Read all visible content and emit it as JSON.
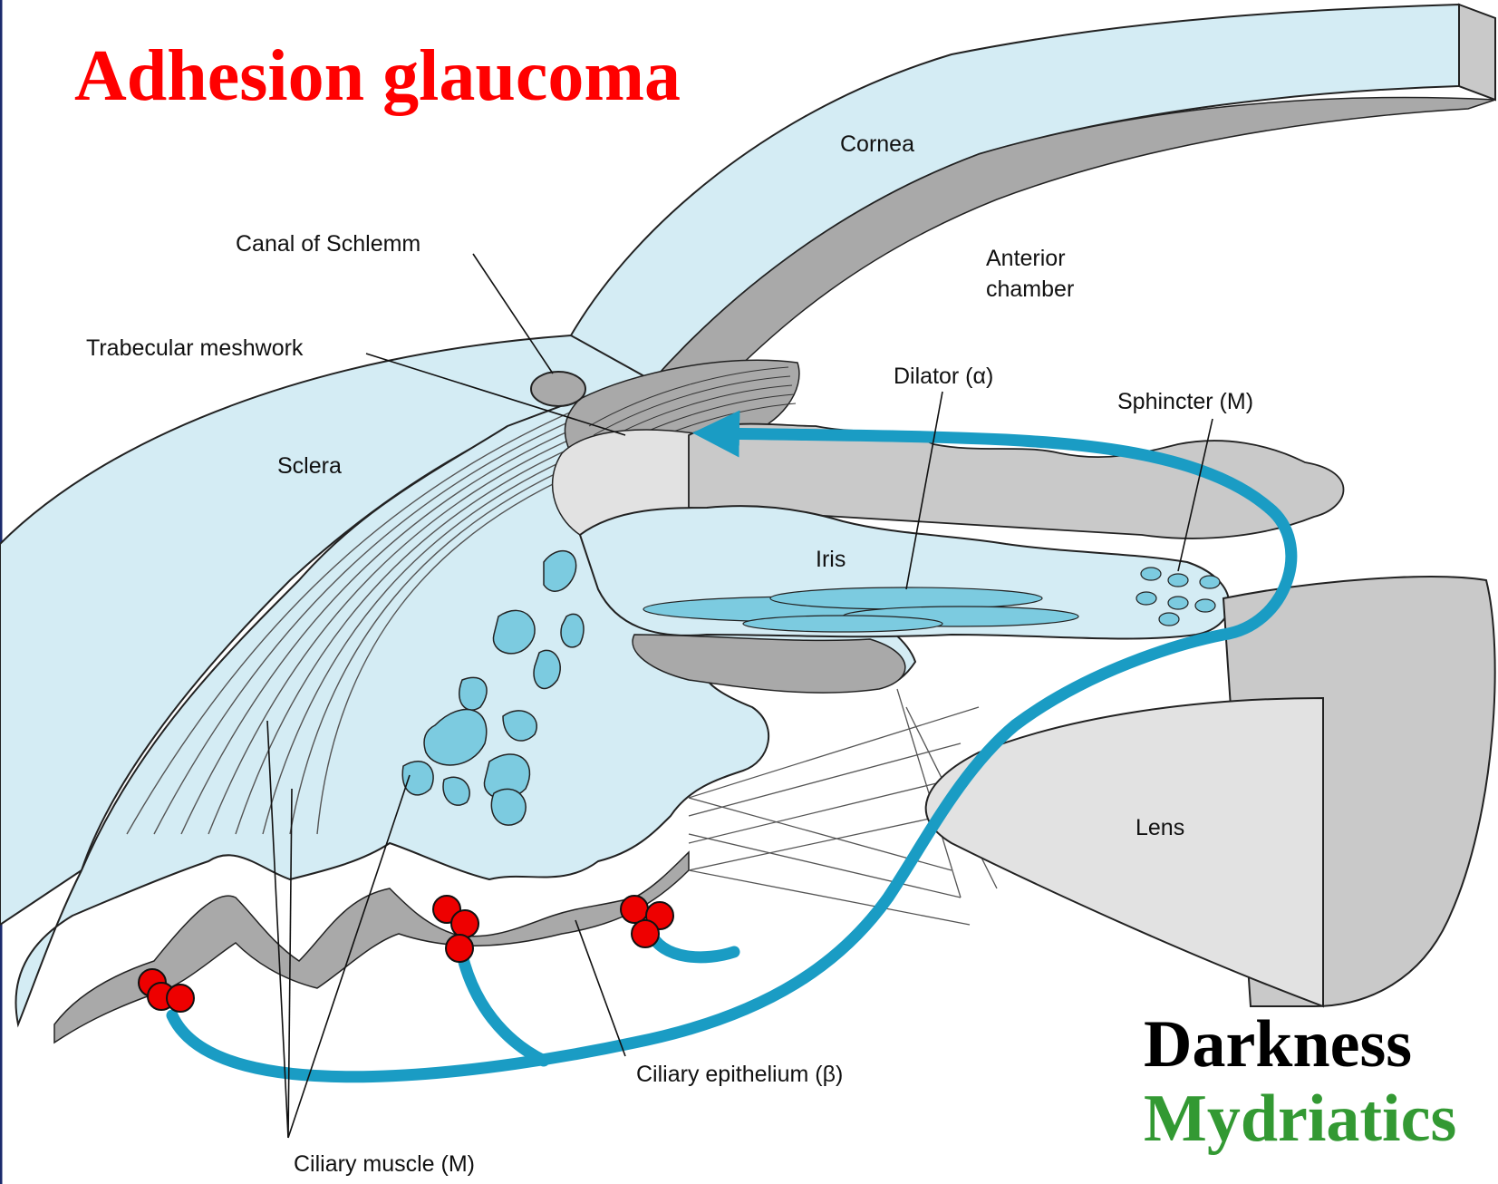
{
  "title": "Adhesion glaucoma",
  "corner_text": {
    "line1": "Darkness",
    "line2": "Mydriatics"
  },
  "labels": {
    "cornea": "Cornea",
    "canal_of_schlemm": "Canal of Schlemm",
    "anterior_chamber_line1": "Anterior",
    "anterior_chamber_line2": "chamber",
    "trabecular_meshwork": "Trabecular meshwork",
    "dilator": "Dilator (α)",
    "sphincter": "Sphincter (M)",
    "sclera": "Sclera",
    "iris": "Iris",
    "lens": "Lens",
    "ciliary_epithelium": "Ciliary epithelium (β)",
    "ciliary_muscle": "Ciliary muscle (M)"
  },
  "colors": {
    "title": "#ff0000",
    "darkness": "#000000",
    "mydriatics": "#339933",
    "flow_arrow": "#1a9cc4",
    "tissue_fill": "#d4ecf4",
    "gland_fill": "#7ccbe0",
    "shadow_fill": "#a9a9a9",
    "light_gray": "#e2e2e2",
    "blockage_dots": "#ee0000",
    "frame": "#1a2a6c"
  }
}
